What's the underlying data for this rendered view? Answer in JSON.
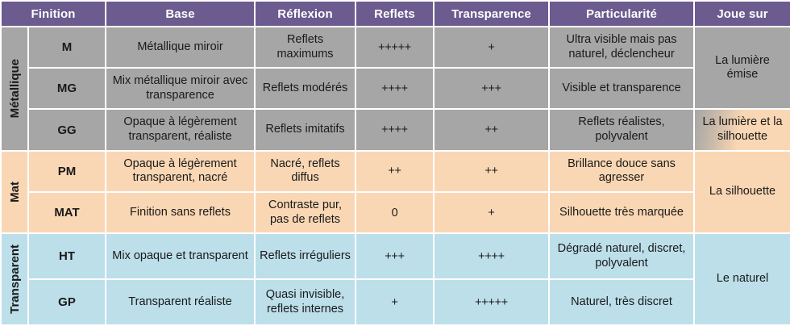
{
  "table": {
    "headers": [
      {
        "label": "Finition",
        "colspan": 2
      },
      {
        "label": "Base",
        "colspan": 1
      },
      {
        "label": "Réflexion",
        "colspan": 1
      },
      {
        "label": "Reflets",
        "colspan": 1
      },
      {
        "label": "Transparence",
        "colspan": 1
      },
      {
        "label": "Particularité",
        "colspan": 1
      },
      {
        "label": "Joue sur",
        "colspan": 1
      }
    ],
    "groups": [
      {
        "label": "Métallique",
        "rows": 3
      },
      {
        "label": "Mat",
        "rows": 2
      },
      {
        "label": "Transparent",
        "rows": 2
      }
    ],
    "rows": [
      {
        "code": "M",
        "base": "Métallique miroir",
        "reflexion": "Reflets maximums",
        "reflets": "+++++",
        "transparence": "+",
        "particularite": "Ultra visible mais pas naturel, déclencheur"
      },
      {
        "code": "MG",
        "base": "Mix métallique miroir avec transparence",
        "reflexion": "Reflets modérés",
        "reflets": "++++",
        "transparence": "+++",
        "particularite": "Visible et transparence"
      },
      {
        "code": "GG",
        "base": "Opaque à légèrement transparent, réaliste",
        "reflexion": "Reflets imitatifs",
        "reflets": "++++",
        "transparence": "++",
        "particularite": "Reflets réalistes, polyvalent"
      },
      {
        "code": "PM",
        "base": "Opaque à légèrement transparent, nacré",
        "reflexion": "Nacré, reflets diffus",
        "reflets": "++",
        "transparence": "++",
        "particularite": "Brillance douce sans agresser"
      },
      {
        "code": "MAT",
        "base": "Finition sans reflets",
        "reflexion": "Contraste pur, pas de reflets",
        "reflets": "0",
        "transparence": "+",
        "particularite": "Silhouette très marquée"
      },
      {
        "code": "HT",
        "base": "Mix opaque et transparent",
        "reflexion": "Reflets irréguliers",
        "reflets": "+++",
        "transparence": "++++",
        "particularite": "Dégradé naturel, discret, polyvalent"
      },
      {
        "code": "GP",
        "base": "Transparent réaliste",
        "reflexion": "Quasi invisible, reflets internes",
        "reflets": "+",
        "transparence": "+++++",
        "particularite": "Naturel, très discret"
      }
    ],
    "joue_sur": [
      {
        "label": "La lumière émise",
        "rowspan": 2
      },
      {
        "label": "La lumière et la silhouette",
        "rowspan": 1
      },
      {
        "label": "La silhouette",
        "rowspan": 2
      },
      {
        "label": "Le naturel",
        "rowspan": 2
      }
    ],
    "colors": {
      "header_purple": "#6b5b8e",
      "header_text": "#ffffff",
      "band_metallique": "#a6a6a6",
      "band_mat": "#fad7b4",
      "band_transparent": "#bcdfea",
      "border": "#ffffff",
      "body_text": "#1a1a1a"
    }
  }
}
